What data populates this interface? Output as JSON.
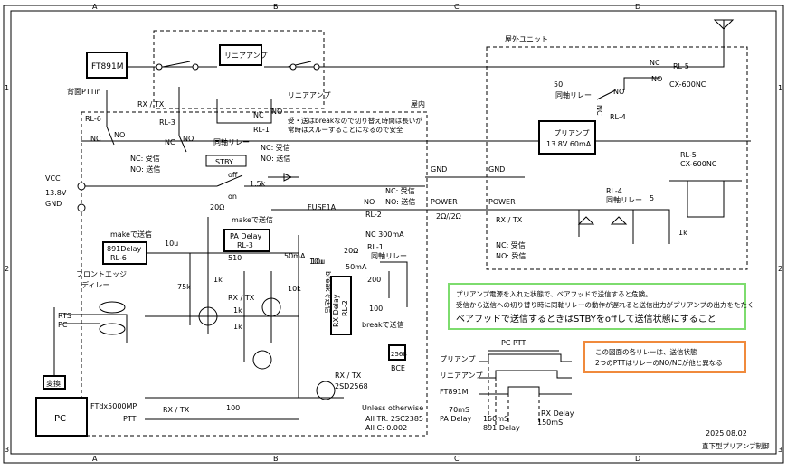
{
  "frame": {
    "cols_top": [
      "A",
      "B",
      "C",
      "D"
    ],
    "cols_bottom": [
      "A",
      "B",
      "C",
      "D"
    ],
    "rows_left": [
      "1",
      "2",
      "3"
    ],
    "rows_right": [
      "1",
      "2",
      "3"
    ]
  },
  "labels": {
    "ft891m": "FT891M",
    "ptt_back": "背面PTTin",
    "linear_amp_box": "リニアアンプ",
    "linear_amp_lbl": "リニアアンプ",
    "outdoor_unit": "屋外ユニット",
    "indoor": "屋内",
    "rx_tx_top": "RX / TX",
    "rl6": "RL-6",
    "rl3": "RL-3",
    "rl1": "RL-1",
    "sync_relay1": "同軸リレー",
    "nc": "NC",
    "no": "NO",
    "nc_tx": "NC: 受信",
    "no_tx": "NO: 送信",
    "note_break1": "受・送はbreakなので切り替え時間は長いが",
    "note_break2": "常時はスルーすることになるので安全",
    "stby": "STBY",
    "off": "off",
    "on": "on",
    "r15k": "1.5k",
    "vcc": "VCC",
    "v138": "13.8V",
    "gnd": "GND",
    "r20": "20Ω",
    "fuse": "FUSE1A",
    "rl2": "RL-2",
    "power": "POWER",
    "ohm": "2Ω//2Ω",
    "make_tx": "makeで送信",
    "make_tx2": "makeで送信",
    "pa_delay": "PA Delay",
    "rl3b": "RL-3",
    "delay891": "891Delay",
    "rl6b": "RL-6",
    "c10u": "10u",
    "r510": "510",
    "r50m": "50mA",
    "front_edge": "フロントエッジ",
    "delay_lbl": "ディレー",
    "r75k": "75k",
    "r1k_a": "1k",
    "r1k_b": "1k",
    "rx_tx_mid": "RX / TX",
    "r1k_c": "1k",
    "c10u2": "10u",
    "r20b": "20Ω",
    "nc300": "NC 300mA",
    "rl1b": "RL-1",
    "sync_relay2": "同軸リレー",
    "c10u3": "10u",
    "r50mb": "50mA",
    "break_tx": "breakで送信",
    "rx_delay": "RX Delay",
    "rl2b": "RL-2",
    "r10k": "10k",
    "r100k": "100",
    "r200": "200",
    "break_tx2": "breakで送信",
    "rts": "RTS",
    "pc": "PC",
    "conv": "変換",
    "pc_box": "PC",
    "ftdx": "FTdx5000MP",
    "ptt": "PTT",
    "rx_tx_bot": "RX / TX",
    "r100": "100",
    "rx_tx_q": "RX / TX",
    "tr2sd": "2SD2568",
    "unless": "Unless otherwise",
    "all_tr": "All TR: 2SC2385",
    "all_c": "All C: 0.002",
    "bce": "BCE",
    "tr2568": "2568",
    "preamp_box1": "プリアンプ",
    "preamp_box2": "13.8V 60mA",
    "rl5": "RL-5",
    "cx600": "CX-600NC",
    "r50": "50",
    "sync_relay3": "同軸リレー",
    "rl4": "RL-4",
    "gnd2": "GND",
    "gnd3": "GND",
    "no_lbl": "NO",
    "power2": "POWER",
    "rx_tx_right": "RX / TX",
    "rl4b": "RL-4",
    "sync_relay4": "同軸リレー",
    "r5": "5",
    "rl5b": "RL-5",
    "cx600b": "CX-600NC",
    "r1k_d": "1k",
    "nc_rx2": "NC: 受信",
    "no_tx2": "NO: 受信",
    "green1": "プリアンプ電源を入れた状態で、ベアフッドで送信すると危険。",
    "green2": "受信から送信への切り替り時に同軸リレーの動作が遅れると送信出力がプリアンプの出力をたたく",
    "green3": "ベアフッドで送信するときはSTBYをoffして送信状態にすること",
    "orange1": "この図面の各リレーは、送信状態",
    "orange2": "2つのPTTはリレーのNO/NCが他と異なる",
    "pc_ptt": "PC PTT",
    "t_preamp": "プリアンプ",
    "t_linear": "リニアアンプ",
    "t_ft891": "FT891M",
    "t_70ms": "70mS",
    "t_padelay": "PA Delay",
    "t_150a": "150mS",
    "t_891delay": "891 Delay",
    "t_rxdelay": "RX Delay",
    "t_150b": "150mS",
    "date": "2025.08.02",
    "title_block": "直下型プリアンプ制御"
  },
  "colors": {
    "green_box": "#7ddc6e",
    "orange_box": "#f08a3c"
  }
}
